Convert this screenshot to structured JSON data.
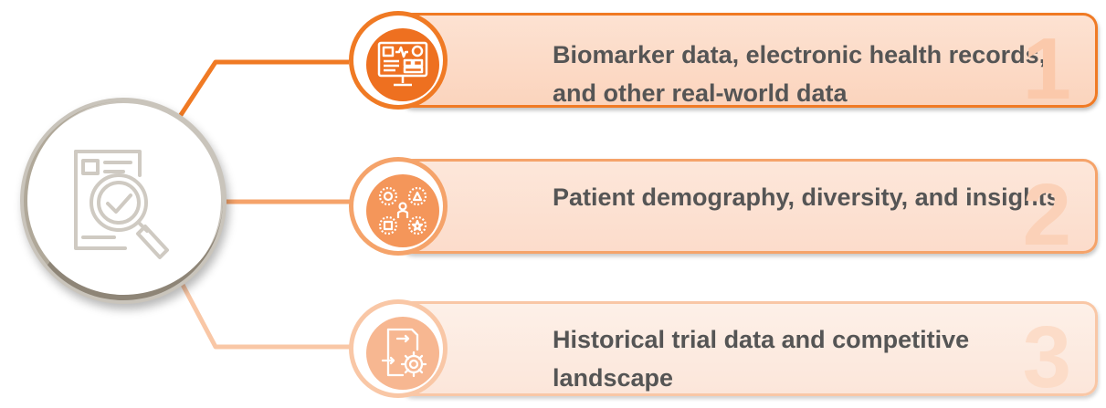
{
  "items": [
    {
      "number": "1",
      "label": "Biomarker data, electronic health records, and other real-world data",
      "icon": "monitor-health-records-icon"
    },
    {
      "number": "2",
      "label": "Patient demography, diversity, and insights",
      "icon": "patient-diversity-icon"
    },
    {
      "number": "3",
      "label": "Historical trial data and competitive landscape",
      "icon": "document-gear-icon"
    }
  ],
  "hub_icon": "document-magnifier-checkmark-icon",
  "colors": {
    "accent_dark": "#f07a24",
    "accent_mid": "#f5a36a",
    "accent_light": "#f9c7a6",
    "text": "#555555",
    "hub_ring": "#c9c4bb"
  }
}
